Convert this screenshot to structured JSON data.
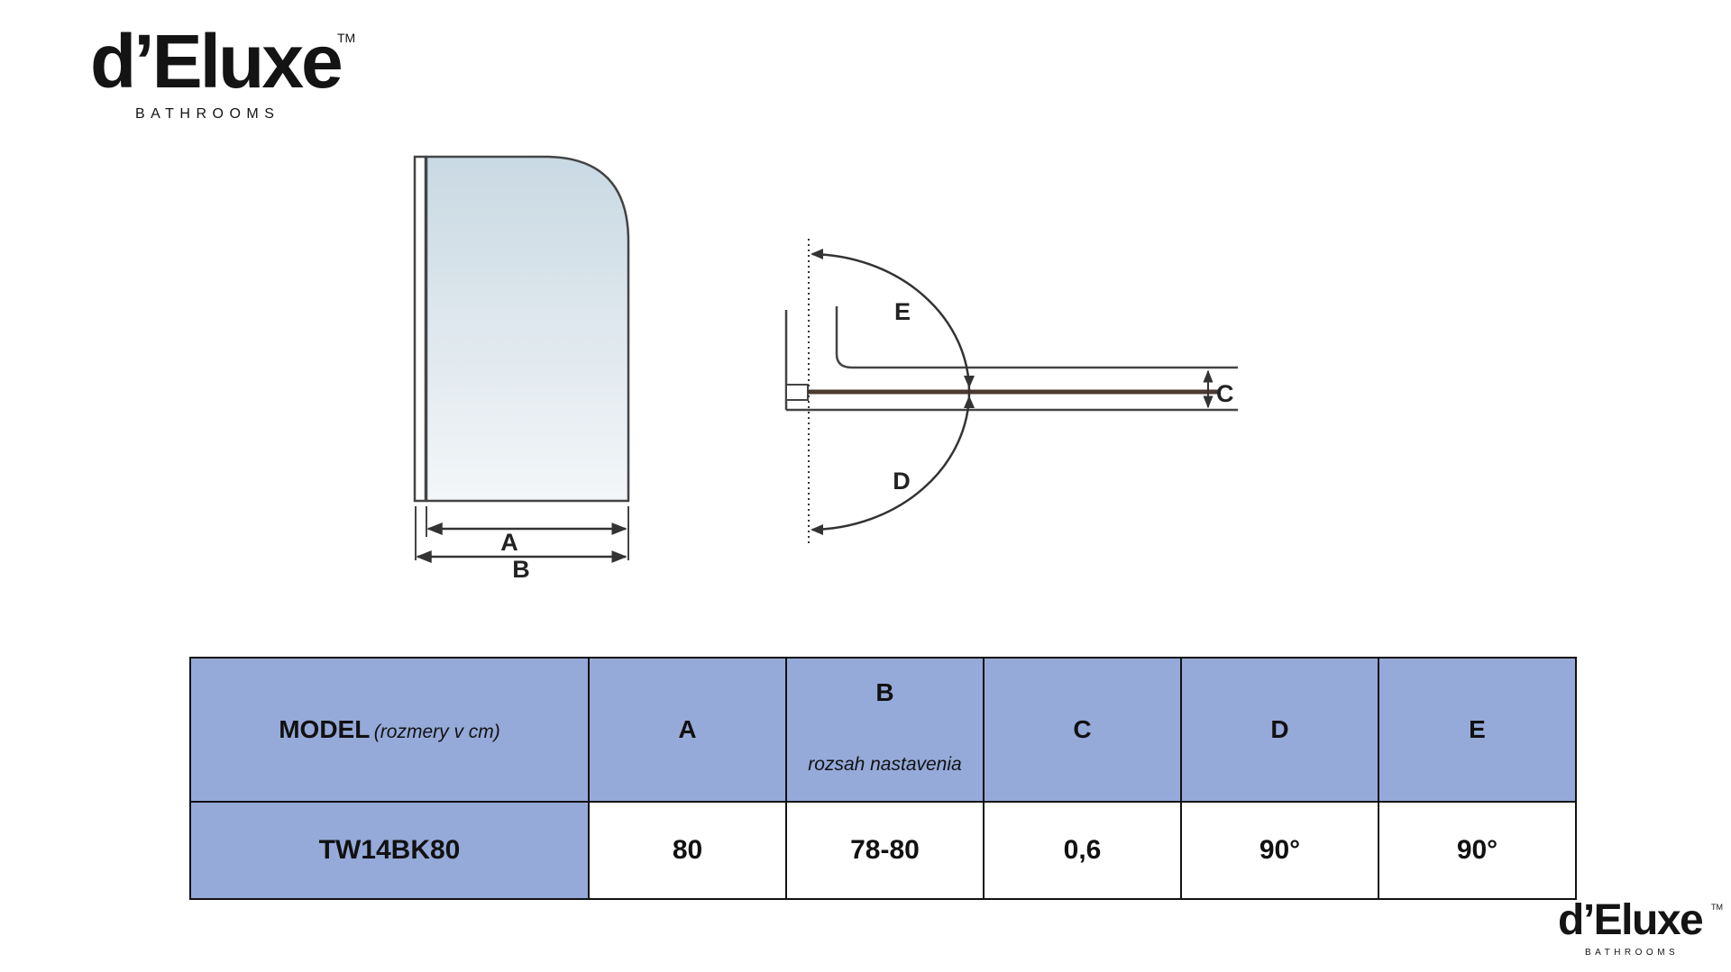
{
  "brand": {
    "logo_text": "d’Eluxe",
    "tm": "TM",
    "subtitle": "BATHROOMS"
  },
  "diagram": {
    "labels": {
      "a": "A",
      "b": "B",
      "c": "C",
      "d": "D",
      "e": "E"
    }
  },
  "table": {
    "header": {
      "model": "MODEL",
      "model_note": "(rozmery v cm)",
      "a": "A",
      "b": "B",
      "b_note": "rozsah nastavenia",
      "c": "C",
      "d": "D",
      "e": "E"
    },
    "row": {
      "model": "TW14BK80",
      "a": "80",
      "b": "78-80",
      "c": "0,6",
      "d": "90°",
      "e": "90°"
    }
  },
  "colors": {
    "header_fill": "#95aad9",
    "border": "#111111",
    "glass_top": "#c9d9e3",
    "glass_bottom": "#f3f6f8"
  }
}
